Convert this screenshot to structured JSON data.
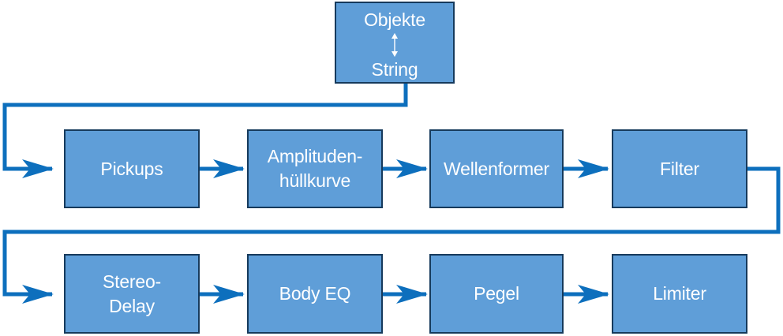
{
  "diagram": {
    "source": {
      "line1": "Objekte",
      "line2": "String",
      "connector_icon": "double-arrow-vertical"
    },
    "row1": {
      "pickups": "Pickups",
      "amplitude_line1": "Amplituden-",
      "amplitude_line2": "hüllkurve",
      "waveshaper": "Wellenformer",
      "filter": "Filter"
    },
    "row2": {
      "delay_line1": "Stereo-",
      "delay_line2": "Delay",
      "body_eq": "Body EQ",
      "level": "Pegel",
      "limiter": "Limiter"
    },
    "colors": {
      "box_fill": "#5f9ed8",
      "box_border": "#163a5c",
      "connector": "#0d6fbd",
      "text": "#ffffff"
    }
  }
}
